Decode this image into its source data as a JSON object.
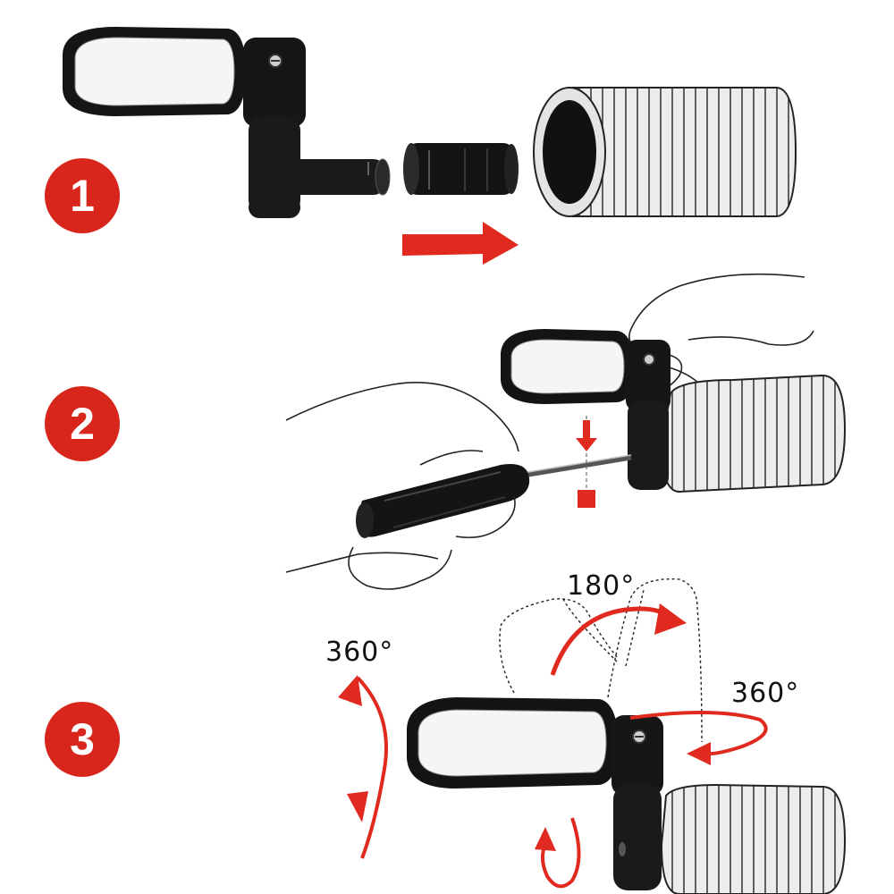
{
  "steps": [
    {
      "number": "1"
    },
    {
      "number": "2"
    },
    {
      "number": "3"
    }
  ],
  "rotation_labels": {
    "left": "360°",
    "top": "180°",
    "right": "360°"
  },
  "colors": {
    "accent": "#d8261c",
    "part": "#111111",
    "grip": "#e8e8e8",
    "mirror": "#f4f4f4"
  }
}
